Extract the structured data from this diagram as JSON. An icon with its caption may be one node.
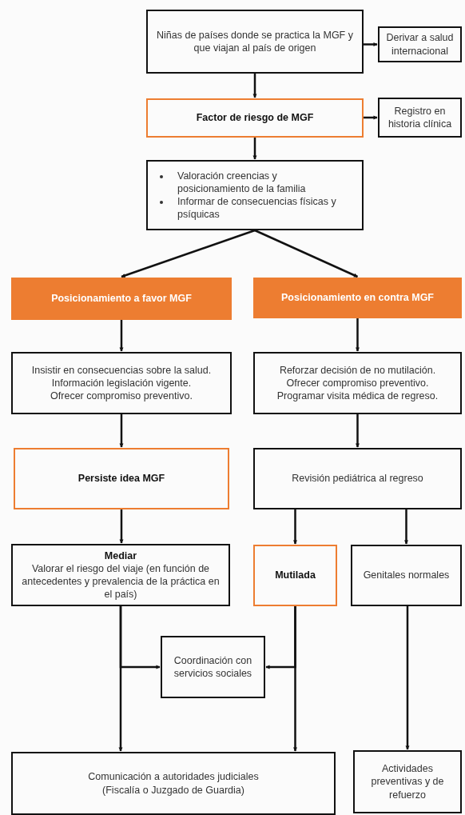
{
  "diagram": {
    "nodes": [
      {
        "text": [
          "Niñas de países donde se practica la MGF y que viajan al país de origen"
        ]
      },
      {
        "text": [
          "Derivar a salud internacional"
        ]
      },
      {
        "text": [
          "Factor de riesgo de MGF"
        ]
      },
      {
        "text": [
          "Registro en historia clínica"
        ]
      },
      {
        "text": [
          "Valoración creencias y posicionamiento de la familia",
          "Informar de consecuencias físicas y psíquicas"
        ]
      },
      {
        "text": [
          "Posicionamiento a favor MGF"
        ]
      },
      {
        "text": [
          "Posicionamiento en contra MGF"
        ]
      },
      {
        "text": [
          "Insistir en consecuencias sobre la salud.",
          "Información legislación vigente.",
          "Ofrecer compromiso preventivo."
        ]
      },
      {
        "text": [
          "Reforzar decisión de no mutilación.",
          "Ofrecer compromiso preventivo.",
          "Programar visita médica de regreso."
        ]
      },
      {
        "text": [
          "Persiste idea MGF"
        ]
      },
      {
        "text": [
          "Revisión pediátrica al regreso"
        ]
      },
      {
        "text": [
          "Mediar",
          "Valorar el riesgo del viaje (en función de antecedentes y prevalencia de la práctica en el país)"
        ]
      },
      {
        "text": [
          "Mutilada"
        ]
      },
      {
        "text": [
          "Genitales normales"
        ]
      },
      {
        "text": [
          "Coordinación con servicios sociales"
        ]
      },
      {
        "text": [
          "Comunicación a autoridades judiciales",
          "(Fiscalía o Juzgado de Guardia)"
        ]
      },
      {
        "text": [
          "Actividades preventivas y de refuerzo"
        ]
      }
    ],
    "edges": [
      {
        "from": 0,
        "to": 1,
        "arrow": "to"
      },
      {
        "from": 0,
        "to": 2,
        "arrow": "to"
      },
      {
        "from": 2,
        "to": 3,
        "arrow": "to"
      },
      {
        "from": 2,
        "to": 4,
        "arrow": "to"
      },
      {
        "from": 4,
        "to": 5,
        "arrow": "to"
      },
      {
        "from": 4,
        "to": 6,
        "arrow": "to"
      },
      {
        "from": 5,
        "to": 7,
        "arrow": "to"
      },
      {
        "from": 6,
        "to": 8,
        "arrow": "to"
      },
      {
        "from": 7,
        "to": 9,
        "arrow": "to"
      },
      {
        "from": 8,
        "to": 10,
        "arrow": "to"
      },
      {
        "from": 9,
        "to": 11,
        "arrow": "to"
      },
      {
        "from": 10,
        "to": 12,
        "arrow": "to"
      },
      {
        "from": 10,
        "to": 13,
        "arrow": "to"
      },
      {
        "from": 11,
        "to": 14,
        "arrow": "to"
      },
      {
        "from": 11,
        "to": 15,
        "arrow": "to"
      },
      {
        "from": 12,
        "to": 14,
        "arrow": "to"
      },
      {
        "from": 12,
        "to": 15,
        "arrow": "to"
      },
      {
        "from": 13,
        "to": 16,
        "arrow": "to"
      }
    ]
  }
}
